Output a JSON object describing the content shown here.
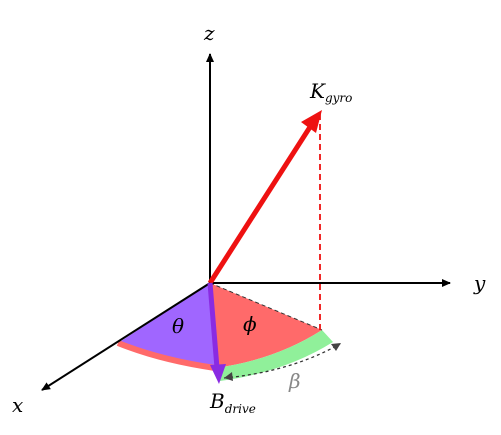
{
  "axes": {
    "z_label": "z",
    "y_label": "y",
    "x_label": "x"
  },
  "vectors": {
    "k_gyro": {
      "label_main": "K",
      "label_sub": "gyro",
      "color": "#ee1111"
    },
    "b_drive": {
      "label_main": "B",
      "label_sub": "drive",
      "color": "#8a2be2"
    }
  },
  "angles": {
    "theta": {
      "label": "θ",
      "fill": "#a066ff"
    },
    "phi": {
      "label": "ϕ",
      "fill": "#ff6a6a"
    },
    "beta": {
      "label": "β",
      "fill": "#90f09a",
      "label_color": "#888888"
    }
  },
  "colors": {
    "axis": "#000000",
    "projection_dashes": "#ee1111",
    "arc_rim": "#ff6a6a"
  }
}
